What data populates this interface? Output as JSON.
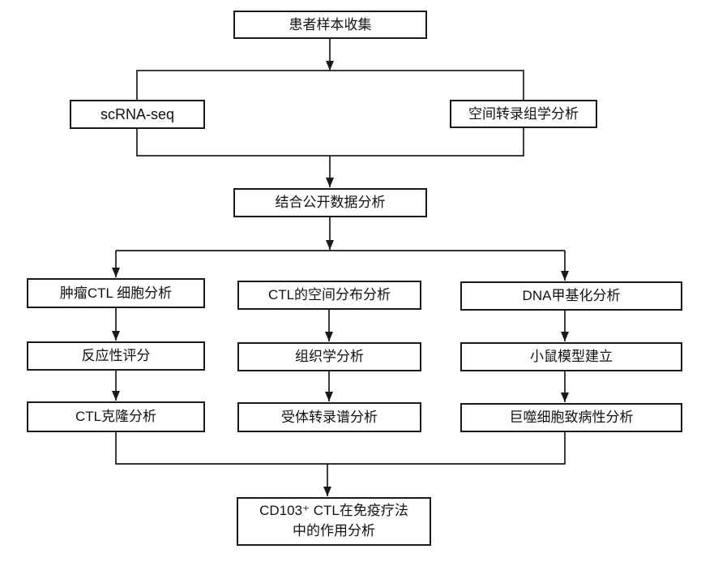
{
  "colors": {
    "background": "#ffffff",
    "line": "#1a1a1a",
    "box_border": "#1a1a1a",
    "box_fill": "#ffffff",
    "text": "#111111"
  },
  "nodes": {
    "collect": {
      "label": "患者样本收集"
    },
    "scrna": {
      "label": "scRNA-seq"
    },
    "spatial": {
      "label": "空间转录组学分析"
    },
    "public_data": {
      "label": "结合公开数据分析"
    },
    "tumor_ctl": {
      "label": "肿瘤CTL 细胞分析"
    },
    "ctl_spatial": {
      "label": "CTL的空间分布分析"
    },
    "dna_methylation": {
      "label": "DNA甲基化分析"
    },
    "reactivity": {
      "label": "反应性评分"
    },
    "histology": {
      "label": "组织学分析"
    },
    "mouse_model": {
      "label": "小鼠模型建立"
    },
    "ctl_clone": {
      "label": "CTL克隆分析"
    },
    "receptor": {
      "label": "受体转录谱分析"
    },
    "macrophage": {
      "label": "巨噬细胞致病性分析"
    },
    "final": {
      "line1": "CD103⁺ CTL在免疫疗法",
      "line2": "中的作用分析"
    }
  }
}
